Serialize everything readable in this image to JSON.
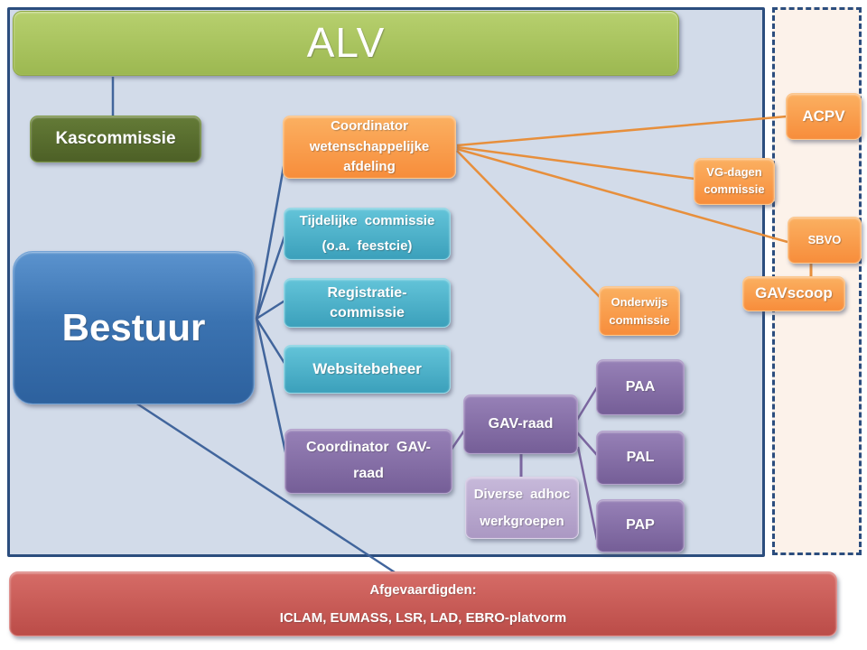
{
  "nodes": {
    "alv": {
      "label": "ALV"
    },
    "kascommissie": {
      "label": "Kascommissie"
    },
    "bestuur": {
      "label": "Bestuur"
    },
    "coordinator_wetenschappelijke_afdeling": {
      "lines": [
        "Coordinator",
        "wetenschappelijke",
        "afdeling"
      ]
    },
    "tijdelijke_commissie": {
      "lines": [
        "Tijdelijke commissie",
        "(o.a. feestcie)"
      ]
    },
    "registratie_commissie": {
      "lines": [
        "Registratie-",
        "commissie"
      ]
    },
    "websitebeheer": {
      "label": "Websitebeheer"
    },
    "coordinator_gav_raad": {
      "lines": [
        "Coordinator GAV-",
        "raad"
      ]
    },
    "gav_raad": {
      "label": "GAV-raad"
    },
    "diverse_adhoc_werkgroepen": {
      "lines": [
        "Diverse adhoc",
        "werkgroepen"
      ]
    },
    "paa": {
      "label": "PAA"
    },
    "pal": {
      "label": "PAL"
    },
    "pap": {
      "label": "PAP"
    },
    "onderwijs_commissie": {
      "lines": [
        "Onderwijs",
        "commissie"
      ]
    },
    "acpv": {
      "label": "ACPV"
    },
    "vg_dagen_commissie": {
      "lines": [
        "VG-dagen",
        "commissie"
      ]
    },
    "sbvo": {
      "label": "SBVO"
    },
    "gavscoop": {
      "label": "GAVscoop"
    },
    "afgevaardigden": {
      "lines": [
        "Afgevaardigden:",
        "ICLAM, EUMASS, LSR, LAD, EBRO-platvorm"
      ]
    }
  },
  "edges": [
    {
      "from": "alv",
      "to": "kascommissie",
      "color": "blue"
    },
    {
      "from": "bestuur",
      "to": "coordinator_wetenschappelijke_afdeling",
      "color": "blue"
    },
    {
      "from": "bestuur",
      "to": "tijdelijke_commissie",
      "color": "blue"
    },
    {
      "from": "bestuur",
      "to": "registratie_commissie",
      "color": "blue"
    },
    {
      "from": "bestuur",
      "to": "websitebeheer",
      "color": "blue"
    },
    {
      "from": "bestuur",
      "to": "coordinator_gav_raad",
      "color": "blue"
    },
    {
      "from": "bestuur",
      "to": "afgevaardigden",
      "color": "blue"
    },
    {
      "from": "coordinator_wetenschappelijke_afdeling",
      "to": "acpv",
      "color": "orange"
    },
    {
      "from": "coordinator_wetenschappelijke_afdeling",
      "to": "vg_dagen_commissie",
      "color": "orange"
    },
    {
      "from": "coordinator_wetenschappelijke_afdeling",
      "to": "sbvo",
      "color": "orange"
    },
    {
      "from": "coordinator_wetenschappelijke_afdeling",
      "to": "onderwijs_commissie",
      "color": "orange"
    },
    {
      "from": "sbvo",
      "to": "gavscoop",
      "color": "orange"
    },
    {
      "from": "coordinator_gav_raad",
      "to": "gav_raad",
      "color": "purple"
    },
    {
      "from": "gav_raad",
      "to": "paa",
      "color": "purple"
    },
    {
      "from": "gav_raad",
      "to": "pal",
      "color": "purple"
    },
    {
      "from": "gav_raad",
      "to": "pap",
      "color": "purple"
    },
    {
      "from": "gav_raad",
      "to": "diverse_adhoc_werkgroepen",
      "color": "purple"
    }
  ],
  "colors": {
    "background": "#ffffff",
    "main_region_fill": "#d2dbe9",
    "region_border": "#2b4d7e",
    "external_region_fill": "#fcf2ea",
    "green": "#9bbb59",
    "dark_olive": "#556b2b",
    "blue": "#3b73b1",
    "orange": "#f79646",
    "teal": "#4bacc6",
    "purple": "#8064a2",
    "light_purple": "#b3a2c7",
    "red": "#c0504d",
    "connector_blue": "#41659c",
    "connector_orange": "#e78f3c",
    "connector_purple": "#7b66a0"
  }
}
